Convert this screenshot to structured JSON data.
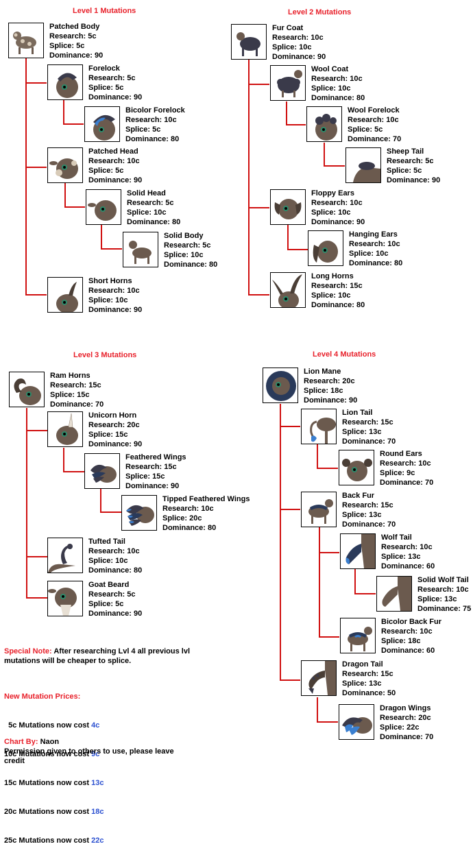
{
  "levels": [
    {
      "title": "Level 1 Mutations",
      "mutations": [
        {
          "name": "Patched Body",
          "research": "Research: 5c",
          "splice": "Splice: 5c",
          "dominance": "Dominance: 90",
          "icon": "patched-goat-icon"
        },
        {
          "name": "Forelock",
          "research": "Research: 5c",
          "splice": "Splice: 5c",
          "dominance": "Dominance: 90",
          "icon": "forelock-goat-icon"
        },
        {
          "name": "Bicolor Forelock",
          "research": "Research: 10c",
          "splice": "Splice: 5c",
          "dominance": "Dominance: 80",
          "icon": "bicolor-forelock-goat-icon"
        },
        {
          "name": "Patched Head",
          "research": "Research: 10c",
          "splice": "Splice: 5c",
          "dominance": "Dominance: 90",
          "icon": "patched-head-goat-icon"
        },
        {
          "name": "Solid Head",
          "research": "Research: 5c",
          "splice": "Splice: 10c",
          "dominance": "Dominance:  80",
          "icon": "solid-head-goat-icon"
        },
        {
          "name": "Solid Body",
          "research": "Research: 5c",
          "splice": "Splice: 10c",
          "dominance": "Dominance: 80",
          "icon": "solid-body-goat-icon"
        },
        {
          "name": "Short Horns",
          "research": "Research: 10c",
          "splice": "Splice: 10c",
          "dominance": "Dominance: 90",
          "icon": "short-horns-goat-icon"
        }
      ]
    },
    {
      "title": "Level 2 Mutations",
      "mutations": [
        {
          "name": "Fur Coat",
          "research": "Research: 10c",
          "splice": "Splice: 10c",
          "dominance": "Dominance: 90",
          "icon": "fur-coat-goat-icon"
        },
        {
          "name": "Wool Coat",
          "research": "Research: 10c",
          "splice": "Splice: 10c",
          "dominance": "Dominance:  80",
          "icon": "wool-coat-goat-icon"
        },
        {
          "name": "Wool Forelock",
          "research": "Research: 10c",
          "splice": "Splice: 5c",
          "dominance": "Dominance: 70",
          "icon": "wool-forelock-goat-icon"
        },
        {
          "name": "Sheep Tail",
          "research": "Research: 5c",
          "splice": "Splice: 5c",
          "dominance": "Dominance: 90",
          "icon": "sheep-tail-goat-icon"
        },
        {
          "name": "Floppy Ears",
          "research": "Research: 10c",
          "splice": "Splice: 10c",
          "dominance": "Dominance: 90",
          "icon": "floppy-ears-goat-icon"
        },
        {
          "name": "Hanging Ears",
          "research": "Research: 10c",
          "splice": "Splice: 10c",
          "dominance": "Dominance: 80",
          "icon": "hanging-ears-goat-icon"
        },
        {
          "name": "Long Horns",
          "research": "Research: 15c",
          "splice": "Splice: 10c",
          "dominance": "Dominance: 80",
          "icon": "long-horns-goat-icon"
        }
      ]
    },
    {
      "title": "Level 3 Mutations",
      "mutations": [
        {
          "name": "Ram Horns",
          "research": "Research: 15c",
          "splice": "Splice: 15c",
          "dominance": "Dominance: 70",
          "icon": "ram-horns-goat-icon"
        },
        {
          "name": "Unicorn Horn",
          "research": "Research: 20c",
          "splice": "Splice: 15c",
          "dominance": "Dominance: 90",
          "icon": "unicorn-horn-goat-icon"
        },
        {
          "name": "Feathered Wings",
          "research": "Research: 15c",
          "splice": "Splice: 15c",
          "dominance": "Dominance: 90",
          "icon": "feathered-wings-goat-icon"
        },
        {
          "name": "Tipped Feathered Wings",
          "research": "Research: 10c",
          "splice": "Splice: 20c",
          "dominance": "Dominance: 80",
          "icon": "tipped-feathered-wings-goat-icon"
        },
        {
          "name": "Tufted Tail",
          "research": "Research: 10c",
          "splice": "Splice: 10c",
          "dominance": "Dominance: 80",
          "icon": "tufted-tail-goat-icon"
        },
        {
          "name": "Goat Beard",
          "research": "Research: 5c",
          "splice": "Splice: 5c",
          "dominance": "Dominance: 90",
          "icon": "goat-beard-goat-icon"
        }
      ]
    },
    {
      "title": "Level 4 Mutations",
      "mutations": [
        {
          "name": "Lion Mane",
          "research": "Research: 20c",
          "splice": "Splice: 18c",
          "dominance": "Dominance: 90",
          "icon": "lion-mane-goat-icon"
        },
        {
          "name": "Lion Tail",
          "research": "Research: 15c",
          "splice": "Splice: 13c",
          "dominance": "Dominance: 70",
          "icon": "lion-tail-goat-icon"
        },
        {
          "name": "Round Ears",
          "research": "Research: 10c",
          "splice": "Splice: 9c",
          "dominance": "Dominance: 70",
          "icon": "round-ears-goat-icon"
        },
        {
          "name": "Back Fur",
          "research": "Research: 15c",
          "splice": "Splice: 13c",
          "dominance": "Dominance: 70",
          "icon": "back-fur-goat-icon"
        },
        {
          "name": "Wolf Tail",
          "research": "Research: 10c",
          "splice": "Splice: 13c",
          "dominance": "Dominance: 60",
          "icon": "wolf-tail-goat-icon"
        },
        {
          "name": "Solid Wolf Tail",
          "research": "Research: 10c",
          "splice": "Splice: 13c",
          "dominance": "Dominance: 75",
          "icon": "solid-wolf-tail-goat-icon"
        },
        {
          "name": "Bicolor Back Fur",
          "research": "Research: 10c",
          "splice": "Splice: 18c",
          "dominance": "Dominance: 60",
          "icon": "bicolor-back-fur-goat-icon"
        },
        {
          "name": "Dragon Tail",
          "research": "Research: 15c",
          "splice": "Splice: 13c",
          "dominance": "Dominance: 50",
          "icon": "dragon-tail-goat-icon"
        },
        {
          "name": "Dragon Wings",
          "research": "Research: 20c",
          "splice": "Splice: 22c",
          "dominance": "Dominance: 70",
          "icon": "dragon-wings-goat-icon"
        }
      ]
    }
  ],
  "notes": {
    "special_label": "Special Note:",
    "special_text": " After researching Lvl 4 all previous lvl mutations will be cheaper to splice.",
    "prices_title": "New Mutation Prices:",
    "prices": [
      {
        "label": "  5c Mutations now cost ",
        "value": "4c"
      },
      {
        "label": "10c Mutations now cost ",
        "value": "9c"
      },
      {
        "label": "15c Mutations now cost ",
        "value": "13c"
      },
      {
        "label": "20c Mutations now cost ",
        "value": "18c"
      },
      {
        "label": "25c Mutations now cost ",
        "value": "22c"
      }
    ],
    "chart_by_label": "Chart By:",
    "chart_by_name": " Naon",
    "permission": "Permission given to others to use, please leave credit"
  },
  "colors": {
    "title_red": "#e8202a",
    "line_red": "#d01010",
    "price_blue": "#2a4fd0",
    "goat_brown": "#6b5a4e",
    "goat_dark": "#3a3a4a",
    "accent_blue": "#3a7fd0"
  }
}
